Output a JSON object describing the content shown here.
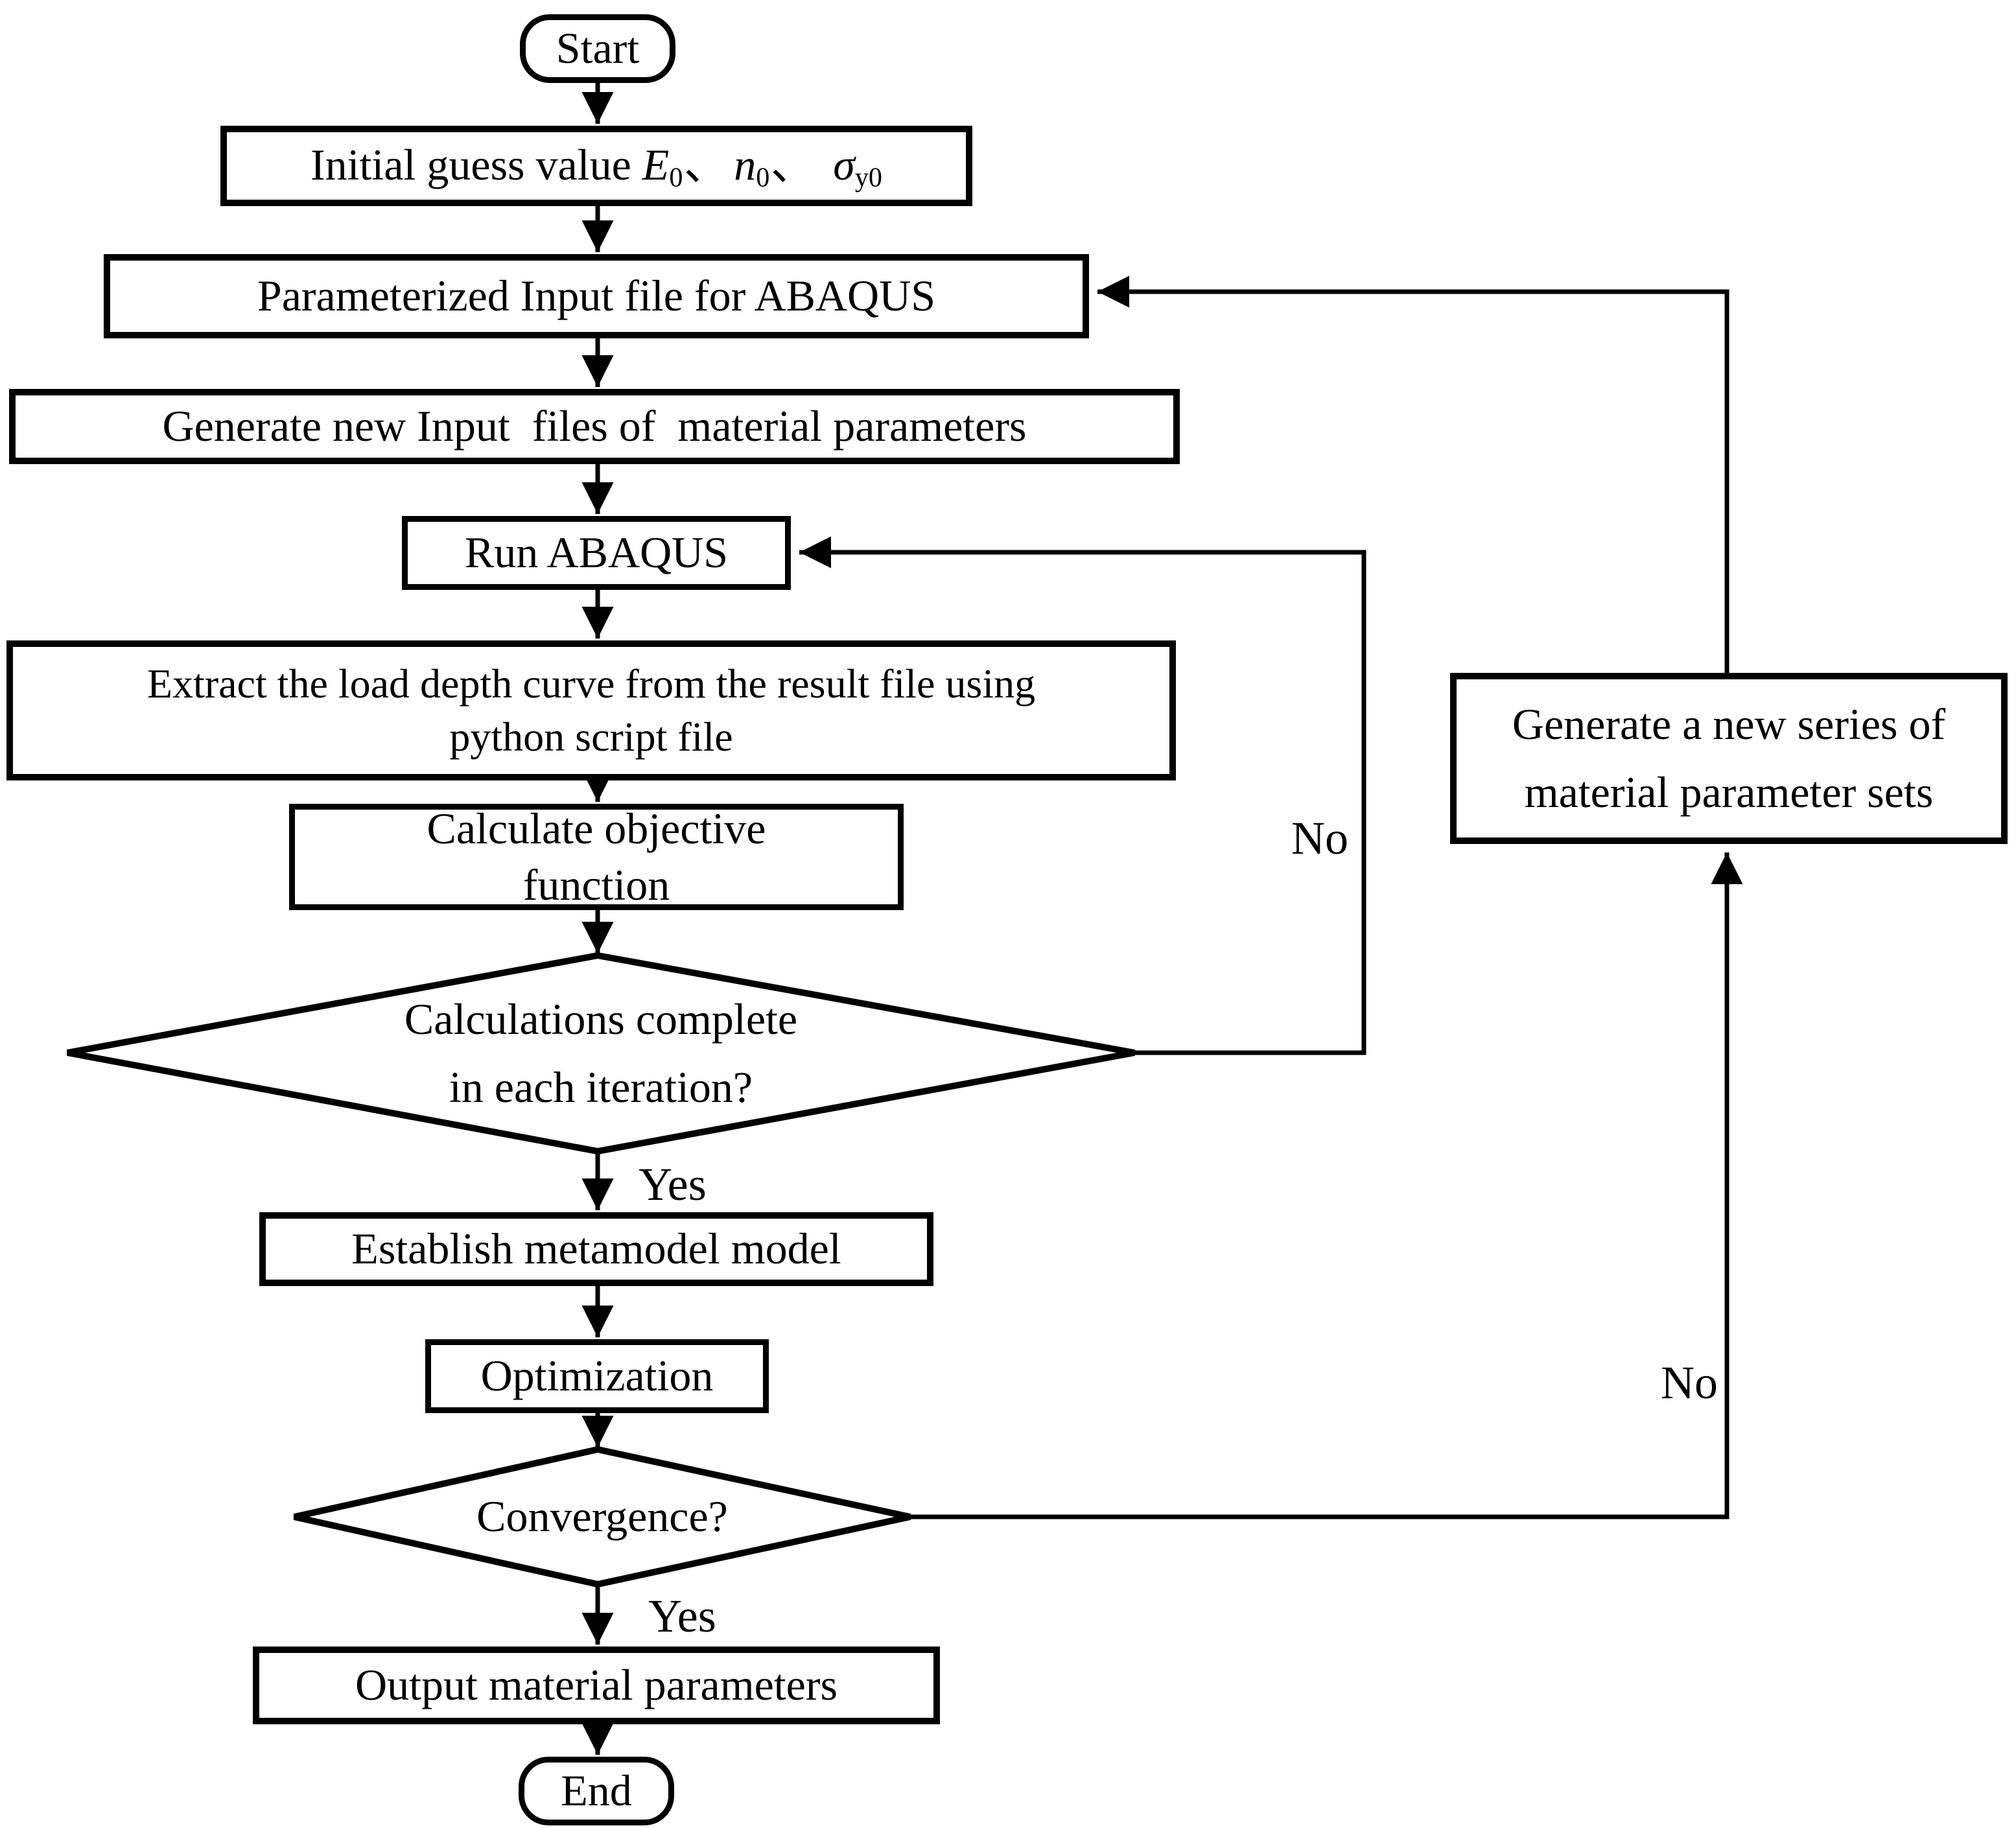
{
  "diagram": {
    "title": "Inverse identification flowchart for material parameters with ABAQUS",
    "colors": {
      "stroke": "#000000",
      "background": "#ffffff"
    },
    "nodes": {
      "start": {
        "label": "Start"
      },
      "initial_guess": {
        "text": "Initial guess value E0、n0、 σy0",
        "rich": [
          {
            "t": "Initial guess value "
          },
          {
            "t": "E",
            "s": "i"
          },
          {
            "t": "0",
            "s": "sub"
          },
          {
            "t": "、",
            "s": "cjk"
          },
          {
            "t": "n",
            "s": "i"
          },
          {
            "t": "0",
            "s": "sub"
          },
          {
            "t": "、",
            "s": "cjk2"
          },
          {
            "t": "σ",
            "s": "i"
          },
          {
            "t": "y0",
            "s": "sub"
          }
        ]
      },
      "parameterized_input": {
        "label": "Parameterized Input file for ABAQUS"
      },
      "generate_new_input": {
        "label": "Generate new Input  files of  material parameters"
      },
      "run_abaqus": {
        "label": "Run ABAQUS"
      },
      "extract_curve": {
        "line1": "Extract the load depth curve from the result file using",
        "line2": "python script file"
      },
      "calc_objective": {
        "line1": "Calculate objective",
        "line2": "function"
      },
      "calc_complete_decision": {
        "line1": "Calculations complete",
        "line2": "in each iteration?"
      },
      "establish_metamodel": {
        "label": "Establish metamodel model"
      },
      "optimization": {
        "label": "Optimization"
      },
      "convergence_decision": {
        "label": "Convergence?"
      },
      "output_parameters": {
        "label": "Output material parameters"
      },
      "end": {
        "label": "End"
      },
      "generate_series": {
        "line1": "Generate a new series of",
        "line2": "material parameter sets"
      }
    },
    "edge_labels": {
      "calc_yes": "Yes",
      "calc_no": "No",
      "conv_yes": "Yes",
      "conv_no": "No"
    }
  }
}
